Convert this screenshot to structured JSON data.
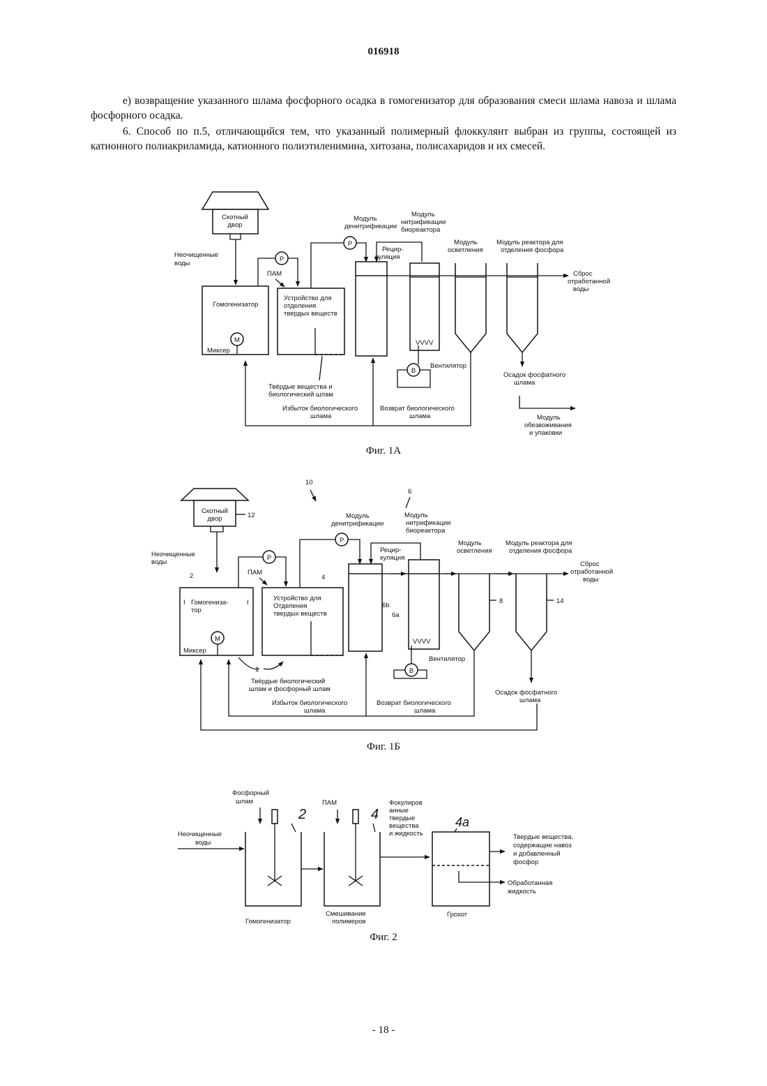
{
  "header": {
    "doc_number": "016918"
  },
  "text": {
    "para1": "е) возвращение указанного шлама фосфорного осадка в гомогенизатор для образования смеси шлама навоза и шлама фосфорного осадка.",
    "para2": "6. Способ по п.5, отличающийся тем, что указанный полимерный флоккулянт выбран из группы, состоящей из катионного полиакриламида, катионного полиэтиленимина, хитозана, полисахаридов и их смесей."
  },
  "fig1a": {
    "caption": "Фиг. 1А",
    "barn": [
      "Скотный",
      "двор"
    ],
    "raw_water": [
      "Неочищенные",
      "воды"
    ],
    "homogenizer": "Гомогенизатор",
    "mixer": "Миксер",
    "pump": "P",
    "motor": "M",
    "blower": "B",
    "pam": "ПАМ",
    "separator": [
      "Устройство для",
      "отделения",
      "твердых веществ"
    ],
    "denitrification": [
      "Модуль",
      "денитрификации"
    ],
    "nitrification": [
      "Модуль",
      "нитрификации",
      "биореактора"
    ],
    "recirculation": [
      "Рецир-",
      "куляция"
    ],
    "clarifier": [
      "Модуль",
      "осветления"
    ],
    "phosphorus_reactor": [
      "Модуль реактора для",
      "отделения фосфора"
    ],
    "discharge": [
      "Сброс",
      "отработанной",
      "воды"
    ],
    "diffuser": "VVVV",
    "fan": "Вентилятор",
    "solids": [
      "Твёрдые вещества и",
      "биологический шлам"
    ],
    "excess_sludge": [
      "Избыток биологического",
      "шлама"
    ],
    "return_sludge": [
      "Возврат биологического",
      "шлама"
    ],
    "phosphate_sludge": [
      "Осадок фосфатного",
      "шлама"
    ],
    "dewatering": [
      "Модуль",
      "обезвоживания",
      "и упаковки"
    ]
  },
  "fig1b": {
    "caption": "Фиг. 1Б",
    "ref_10": "10",
    "ref_6": "6",
    "ref_12": "12",
    "ref_2": "2",
    "ref_4": "4",
    "ref_6b": "6b",
    "ref_6a": "6a",
    "ref_8": "8",
    "ref_14": "14",
    "ref_1": "1",
    "barn": [
      "Скотный",
      "двор"
    ],
    "raw_water": [
      "Неочищенные",
      "воды"
    ],
    "homogenizer": [
      "Гомогениза-",
      "тор"
    ],
    "mixer": "Миксер",
    "pump": "P",
    "motor": "M",
    "blower": "B",
    "pam": "ПАМ",
    "separator": [
      "Устройство для",
      "Отделения",
      "твердых веществ"
    ],
    "denitrification": [
      "Модуль",
      "денитрификации"
    ],
    "nitrification": [
      "Модуль",
      "нитрификации",
      "биореактора"
    ],
    "recirculation": [
      "Рецир-",
      "куляция"
    ],
    "clarifier": [
      "Модуль",
      "осветления"
    ],
    "phosphorus_reactor": [
      "Модуль реактора для",
      "отделения фосфора"
    ],
    "discharge": [
      "Сброс",
      "отработанной",
      "воды"
    ],
    "diffuser": "VVVV",
    "fan": "Вентилятор",
    "solids": [
      "Твёрдые биологический",
      "шлам и фосфорный шлам"
    ],
    "excess_sludge": [
      "Избыток биологического",
      "шлама"
    ],
    "return_sludge": [
      "Возврат биологического",
      "шлама"
    ],
    "phosphate_sludge": [
      "Осадок фосфатного",
      "шлама"
    ]
  },
  "fig2": {
    "caption": "Фиг. 2",
    "phosphorus_sludge": [
      "Фосфорный",
      "шлам"
    ],
    "pam": "ПАМ",
    "flocculated": [
      "Фокулиров",
      "анные",
      "твердые",
      "вещества",
      "и жидкость"
    ],
    "raw_water": [
      "Неочищенные",
      "воды"
    ],
    "ref_2": "2",
    "ref_4": "4",
    "ref_4a": "4a",
    "homogenizer": "Гомогенизатор",
    "polymer_mixing": [
      "Смешивание",
      "полимеров"
    ],
    "screen": "Грохот",
    "solids_out": [
      "Твердые вещества,",
      "содержащие навоз",
      "и добавленный",
      "фосфор"
    ],
    "treated_liquid": [
      "Обработанная",
      "жидкость"
    ]
  },
  "footer": {
    "page_number": "- 18 -"
  }
}
